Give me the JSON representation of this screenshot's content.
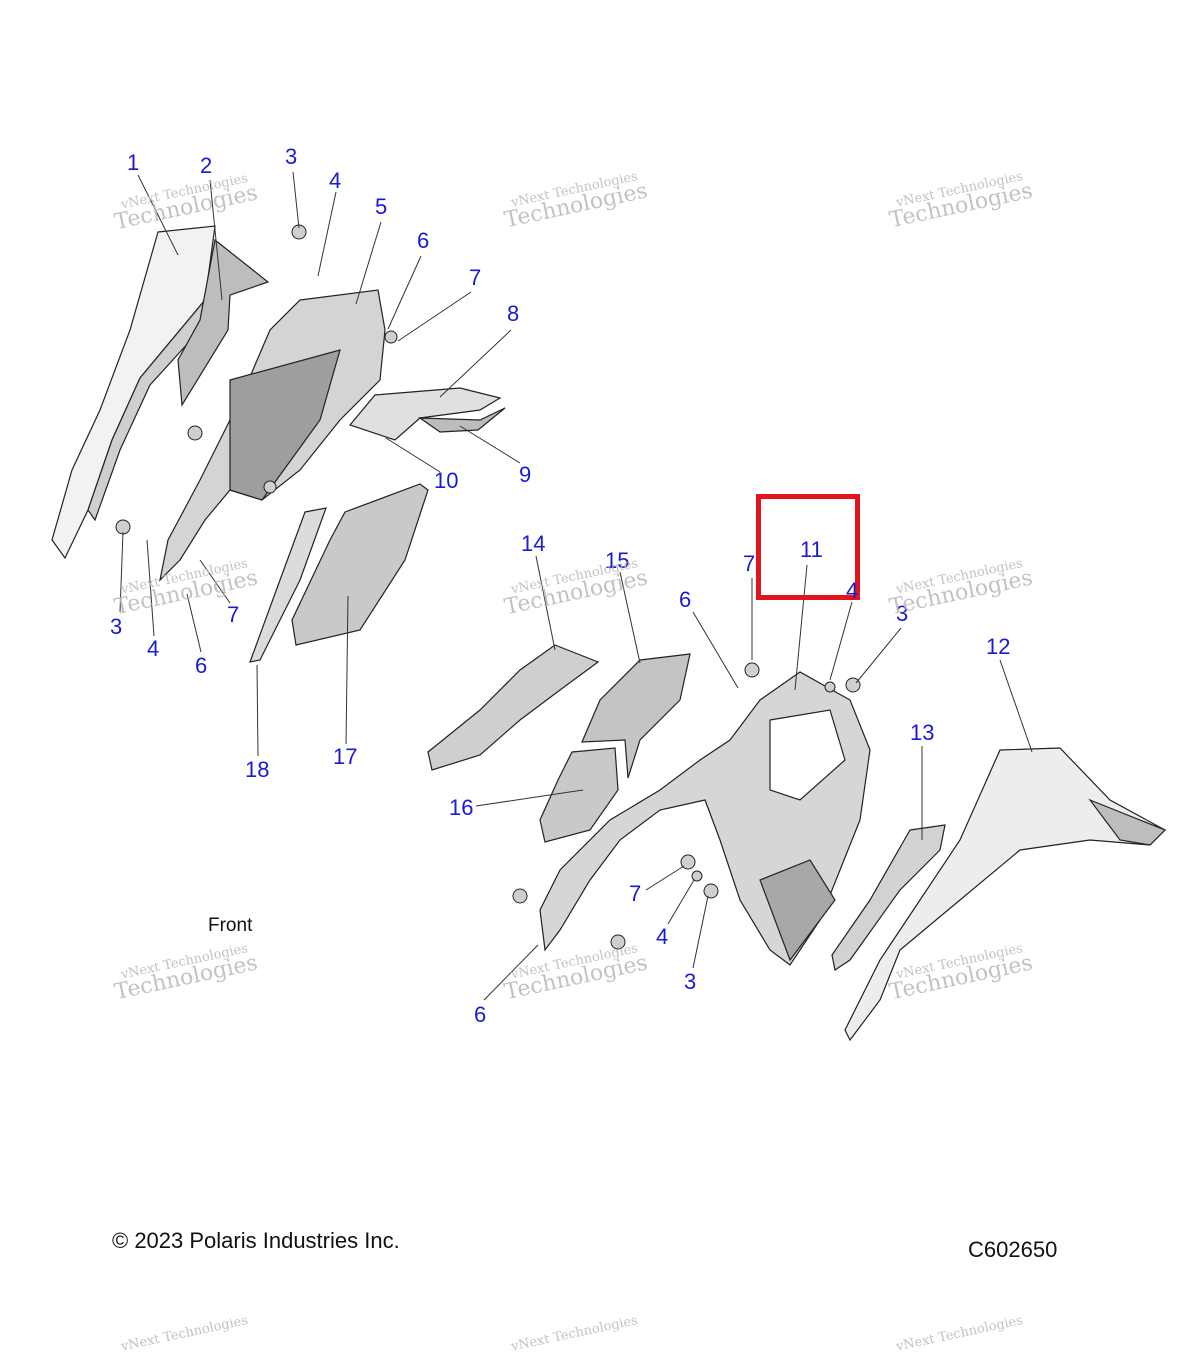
{
  "callouts": [
    {
      "label": "1"
    },
    {
      "label": "2"
    },
    {
      "label": "3"
    },
    {
      "label": "4"
    },
    {
      "label": "5"
    },
    {
      "label": "6"
    },
    {
      "label": "7"
    },
    {
      "label": "8"
    },
    {
      "label": "9"
    },
    {
      "label": "10"
    },
    {
      "label": "3"
    },
    {
      "label": "4"
    },
    {
      "label": "6"
    },
    {
      "label": "7"
    },
    {
      "label": "18"
    },
    {
      "label": "17"
    },
    {
      "label": "14"
    },
    {
      "label": "15"
    },
    {
      "label": "16"
    },
    {
      "label": "6"
    },
    {
      "label": "7"
    },
    {
      "label": "11"
    },
    {
      "label": "4"
    },
    {
      "label": "3"
    },
    {
      "label": "12"
    },
    {
      "label": "13"
    },
    {
      "label": "7"
    },
    {
      "label": "4"
    },
    {
      "label": "3"
    },
    {
      "label": "6"
    }
  ],
  "watermark": {
    "line1": "vNext Technologies",
    "line2": "Technologies"
  },
  "front_label": "Front",
  "copyright": "© 2023 Polaris Industries Inc.",
  "diagram_code": "C602650",
  "colors": {
    "callout": "#1a1ad6",
    "highlight": "#e0161c",
    "part_fill": "#e6e6e6",
    "part_shade": "#bdbdbd",
    "outline": "#222222"
  }
}
